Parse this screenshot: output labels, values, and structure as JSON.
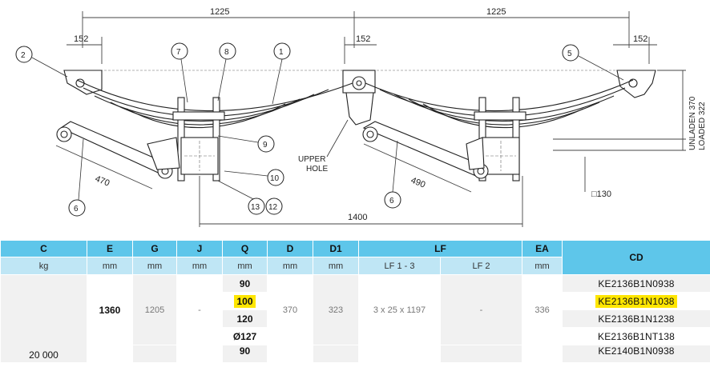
{
  "drawing": {
    "dims": {
      "span_left": "1225",
      "span_right": "1225",
      "offset_left": "152",
      "offset_mid": "152",
      "offset_right": "152",
      "len_left": "470",
      "len_right": "490",
      "track": "1400",
      "square": "□130",
      "unladen": "UNLADEN  370",
      "loaded": "LOADED  322"
    },
    "callouts": [
      "1",
      "2",
      "5",
      "6",
      "6",
      "7",
      "8",
      "9",
      "10",
      "12",
      "13"
    ],
    "upper_hole": [
      "UPPER",
      "HOLE"
    ]
  },
  "table": {
    "headers": {
      "c": "C",
      "e": "E",
      "g": "G",
      "j": "J",
      "q": "Q",
      "d": "D",
      "d1": "D1",
      "lf": "LF",
      "ea": "EA",
      "cd": "CD"
    },
    "units": {
      "c": "kg",
      "e": "mm",
      "g": "mm",
      "j": "mm",
      "q": "mm",
      "d": "mm",
      "d1": "mm",
      "lf1": "LF 1 - 3",
      "lf2": "LF 2",
      "ea": "mm"
    },
    "group": {
      "c": "20 000",
      "e": "1360",
      "g": "1205",
      "j": "-",
      "d": "370",
      "d1": "323",
      "lf1": "3 x 25 x 1197",
      "lf2": "-",
      "ea": "336",
      "rows": [
        {
          "q": "90",
          "cd": "KE2136B1N0938"
        },
        {
          "q": "100",
          "cd": "KE2136B1N1038"
        },
        {
          "q": "120",
          "cd": "KE2136B1N1238"
        },
        {
          "q": "Ø127",
          "cd": "KE2136B1NT138"
        }
      ],
      "next_row": {
        "q": "90",
        "cd": "KE2140B1N0938"
      }
    }
  }
}
